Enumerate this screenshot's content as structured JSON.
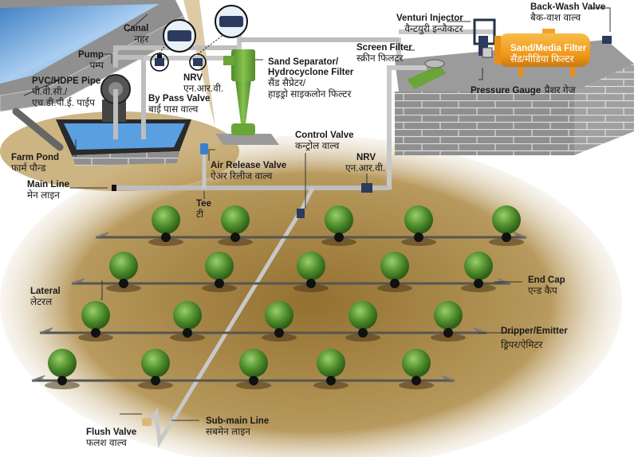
{
  "diagram": {
    "title": "Drip Irrigation System Layout",
    "colors": {
      "canal_water": "#6fa8dc",
      "soil": "#a07a3c",
      "pipe": "#c8c8c8",
      "hydrocyclone": "#6aa53a",
      "sand_media_filter": "#f2a428",
      "brick": "#8f8f8f",
      "tree": "#4c8a2a"
    },
    "labels": {
      "canal": {
        "en": "Canal",
        "hi": "नहर"
      },
      "pump": {
        "en": "Pump",
        "hi": "पम्प"
      },
      "pvc_pipe": {
        "en": "PVC/HDPE Pipe",
        "hi": "पी.वी.सी./",
        "hi2": "एच.डी.पी.ई. पाईप"
      },
      "by_pass_valve": {
        "en": "By Pass Valve",
        "hi": "बाई पास वाल्व"
      },
      "nrv_top": {
        "en": "NRV",
        "hi": "एन.आर.वी."
      },
      "sand_separator": {
        "en": "Sand Separator/",
        "en2": "Hydrocyclone Filter",
        "hi": "सैंड सैप्रेटर/",
        "hi2": "हाइड्रो साइकलोन फिल्टर"
      },
      "venturi": {
        "en": "Venturi Injector",
        "hi": "वैन्टयुरी इन्जैकटर"
      },
      "back_wash": {
        "en": "Back-Wash Valve",
        "hi": "बैक-वाश वाल्व"
      },
      "screen_filter": {
        "en": "Screen Filter",
        "hi": "स्क्रीन फिलटर"
      },
      "sand_media": {
        "en": "Sand/Media Filter",
        "hi": "सैंड/मीडिया फिल्टर"
      },
      "pressure_gauge": {
        "en": "Pressure Gauge",
        "hi": "प्रैशर गेज"
      },
      "farm_pond": {
        "en": "Farm Pond",
        "hi": "फार्म पौन्ड"
      },
      "main_line": {
        "en": "Main Line",
        "hi": "मेन लाइन"
      },
      "air_release": {
        "en": "Air Release Valve",
        "hi": "ऐअर रिलीज वाल्व"
      },
      "tee": {
        "en": "Tee",
        "hi": "टी"
      },
      "control_valve": {
        "en": "Control Valve",
        "hi": "कन्ट्रोल वाल्व"
      },
      "nrv_mid": {
        "en": "NRV",
        "hi": "एन.आर.वी."
      },
      "lateral": {
        "en": "Lateral",
        "hi": "लेटरल"
      },
      "end_cap": {
        "en": "End Cap",
        "hi": "एन्ड कैप"
      },
      "dripper": {
        "en": "Dripper/Emitter",
        "hi": "ड्रिपर/ऐमिटर"
      },
      "flush_valve": {
        "en": "Flush Valve",
        "hi": "फलश वाल्व"
      },
      "sub_main": {
        "en": "Sub-main Line",
        "hi": "सबमेन लाइन"
      }
    },
    "field": {
      "lateral_rows": 4,
      "trees_per_row": [
        5,
        5,
        5,
        5
      ]
    }
  }
}
